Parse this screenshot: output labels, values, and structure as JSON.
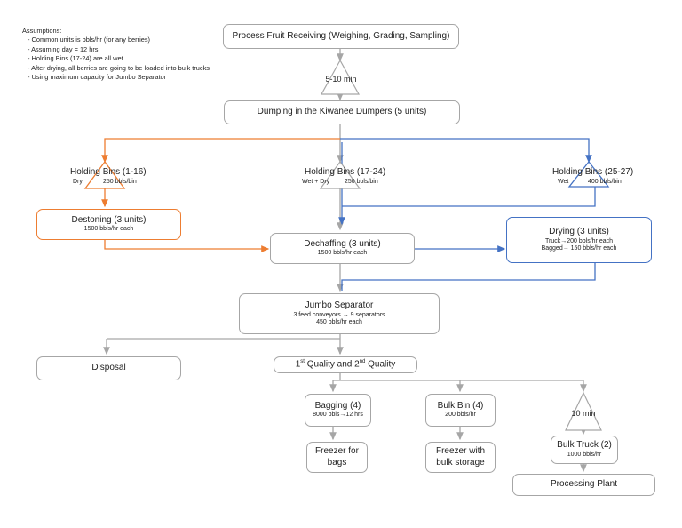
{
  "assumptions": {
    "title": "Assumptions:",
    "items": [
      "Common units is bbls/hr (for any berries)",
      "Assuming day = 12 hrs",
      "Holding Bins (17-24) are all wet",
      "After drying, all berries are going to be loaded into bulk trucks",
      "Using maximum capacity for Jumbo Separator"
    ]
  },
  "nodes": {
    "receiving": "Process Fruit Receiving (Weighing, Grading, Sampling)",
    "wait1": "5-10 min",
    "dumping": "Dumping in the Kiwanee Dumpers (5 units)",
    "holding1": {
      "title": "Holding Bins (1-16)",
      "type": "Dry",
      "cap": "250 bbls/bin"
    },
    "holding2": {
      "title": "Holding Bins (17-24)",
      "type": "Wet + Dry",
      "cap": "250 bbls/bin"
    },
    "holding3": {
      "title": "Holding Bins (25-27)",
      "type": "Wet",
      "cap": "400 bbls/bin"
    },
    "destoning": {
      "title": "Destoning (3 units)",
      "detail": "1500 bbls/hr each"
    },
    "dechaffing": {
      "title": "Dechaffing (3 units)",
      "detail": "1500 bbls/hr each"
    },
    "drying": {
      "title": "Drying (3 units)",
      "line1": "Truck→200 bbls/hr each",
      "line2": "Bagged→ 150 bbls/hr each"
    },
    "jumbo": {
      "title": "Jumbo Separator",
      "line1": "3 feed conveyors → 9 separators",
      "line2": "450 bbls/hr each"
    },
    "disposal": "Disposal",
    "quality": {
      "q1": "1",
      "sup1": "st",
      "mid": " Quality and 2",
      "sup2": "nd",
      "end": " Quality"
    },
    "bagging": {
      "title": "Bagging (4)",
      "detail": "8000 bbls→12 hrs"
    },
    "bulkbin": {
      "title": "Bulk Bin (4)",
      "detail": "200 bbls/hr"
    },
    "wait2": "10 min",
    "freezer_bags": "Freezer for bags",
    "freezer_bulk": "Freezer with bulk storage",
    "bulktruck": {
      "title": "Bulk Truck (2)",
      "detail": "1000 bbls/hr"
    },
    "plant": "Processing Plant"
  },
  "colors": {
    "gray": "#a6a6a6",
    "orange": "#ed7d31",
    "blue": "#4472c4"
  }
}
